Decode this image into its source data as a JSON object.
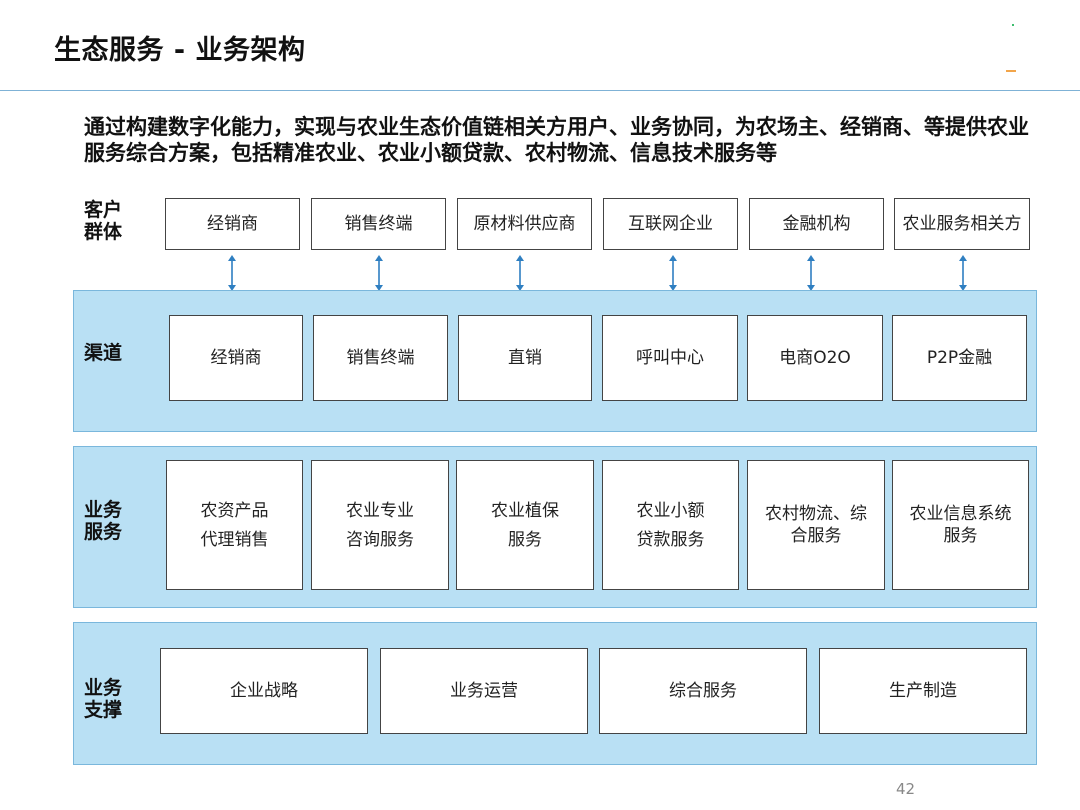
{
  "title": "生态服务 - 业务架构",
  "intro": "通过构建数字化能力，实现与农业生态价值链相关方用户、业务协同，为农场主、经销商、等提供农业服务综合方案，包括精准农业、农业小额贷款、农村物流、信息技术服务等",
  "customers": {
    "label_line1": "客户",
    "label_line2": "群体",
    "items": [
      "经销商",
      "销售终端",
      "原材料供应商",
      "互联网企业",
      "金融机构",
      "农业服务相关方"
    ]
  },
  "channels": {
    "label": "渠道",
    "items": [
      "经销商",
      "销售终端",
      "直销",
      "呼叫中心",
      "电商O2O",
      "P2P金融"
    ]
  },
  "services": {
    "label_line1": "业务",
    "label_line2": "服务",
    "items": [
      {
        "line1": "农资产品",
        "line2": "代理销售"
      },
      {
        "line1": "农业专业",
        "line2": "咨询服务"
      },
      {
        "line1": "农业植保",
        "line2": "服务"
      },
      {
        "line1": "农业小额",
        "line2": "贷款服务"
      },
      {
        "line1": "农村物流、综",
        "line2": "合服务"
      },
      {
        "line1": "农业信息系统",
        "line2": "服务"
      }
    ]
  },
  "support": {
    "label_line1": "业务",
    "label_line2": "支撑",
    "items": [
      "企业战略",
      "业务运营",
      "综合服务",
      "生产制造"
    ]
  },
  "page_number": "42",
  "colors": {
    "panel_fill": "#b9e0f4",
    "panel_border": "#7ab7dc",
    "arrow": "#2f7fc1",
    "title_rule": "#7fb2d6"
  }
}
